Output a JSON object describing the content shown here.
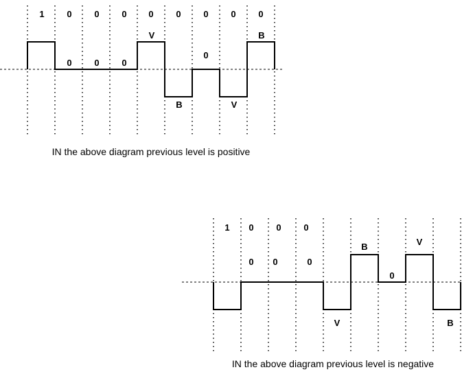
{
  "diagrams": [
    {
      "bits": [
        "1",
        "0",
        "0",
        "0",
        "0",
        "0",
        "0",
        "0",
        "0"
      ],
      "levels": [
        1,
        0,
        0,
        0,
        1,
        -1,
        0,
        -1,
        1
      ],
      "pulse_labels": [
        "",
        "0",
        "0",
        "0",
        "V",
        "B",
        "0",
        "V",
        "B"
      ],
      "caption": "IN the above diagram previous level is positive"
    },
    {
      "bits": [
        "1",
        "0",
        "0",
        "0",
        "",
        "",
        "",
        "",
        ""
      ],
      "levels": [
        -1,
        0,
        0,
        0,
        -1,
        1,
        0,
        1,
        -1
      ],
      "pulse_labels": [
        "",
        "0",
        "0",
        "0",
        "V",
        "B",
        "0",
        "V",
        "B"
      ],
      "caption": "IN the above diagram previous level is negative"
    }
  ]
}
